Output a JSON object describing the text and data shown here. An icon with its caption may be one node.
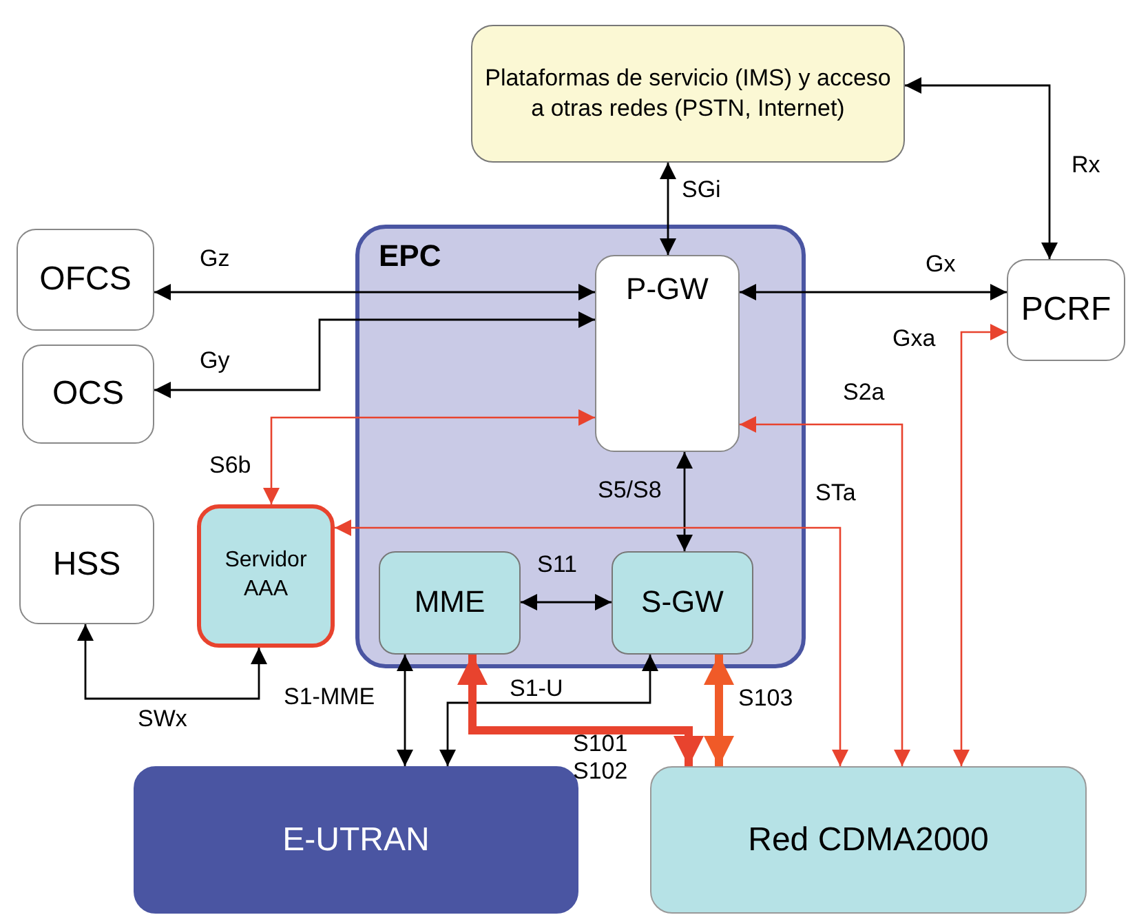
{
  "diagram": {
    "nodes": [
      {
        "text": [
          "Plataformas de servicio (IMS) y acceso a otras redes (PSTN, Internet)"
        ]
      },
      {
        "text": [
          "OFCS"
        ]
      },
      {
        "text": [
          "OCS"
        ]
      },
      {
        "text": [
          "EPC"
        ]
      },
      {
        "text": [
          "P-GW"
        ],
        "in": 3
      },
      {
        "text": [
          "PCRF"
        ]
      },
      {
        "text": [
          "HSS"
        ]
      },
      {
        "text": [
          "Servidor AAA"
        ]
      },
      {
        "text": [
          "MME"
        ],
        "in": 3
      },
      {
        "text": [
          "S-GW"
        ],
        "in": 3
      },
      {
        "text": [
          "E-UTRAN"
        ]
      },
      {
        "text": [
          "Red CDMA2000"
        ]
      }
    ],
    "edges": [
      {
        "from": 4,
        "to": 0,
        "arrow": "both",
        "label": "SGi"
      },
      {
        "from": 4,
        "to": 1,
        "arrow": "both",
        "label": "Gz"
      },
      {
        "from": 4,
        "to": 2,
        "arrow": "both",
        "label": "Gy"
      },
      {
        "from": 4,
        "to": 5,
        "arrow": "both",
        "label": "Gx"
      },
      {
        "from": 5,
        "to": 0,
        "arrow": "both",
        "label": "Rx"
      },
      {
        "from": 4,
        "to": 7,
        "arrow": "both",
        "label": "S6b",
        "color": "#e8432e"
      },
      {
        "from": 4,
        "to": 9,
        "arrow": "both",
        "label": "S5/S8"
      },
      {
        "from": 8,
        "to": 9,
        "arrow": "both",
        "label": "S11"
      },
      {
        "from": 6,
        "to": 7,
        "arrow": "both",
        "label": "SWx"
      },
      {
        "from": 8,
        "to": 10,
        "arrow": "both",
        "label": "S1-MME"
      },
      {
        "from": 9,
        "to": 10,
        "arrow": "both",
        "label": "S1-U"
      },
      {
        "from": 8,
        "to": 11,
        "arrow": "both",
        "label": "S101",
        "style": "thick",
        "color": "#e8432e"
      },
      {
        "from": 9,
        "to": 11,
        "arrow": "both",
        "label": "S103",
        "style": "thick",
        "color": "#f05a28"
      },
      {
        "from": 7,
        "to": 11,
        "arrow": "both",
        "label": "STa",
        "color": "#e8432e"
      },
      {
        "from": 4,
        "to": 11,
        "arrow": "both",
        "label": "S2a",
        "color": "#e8432e"
      },
      {
        "from": 5,
        "to": 11,
        "arrow": "both",
        "label": "Gxa",
        "color": "#e8432e"
      }
    ],
    "labels": [
      "S102"
    ]
  }
}
